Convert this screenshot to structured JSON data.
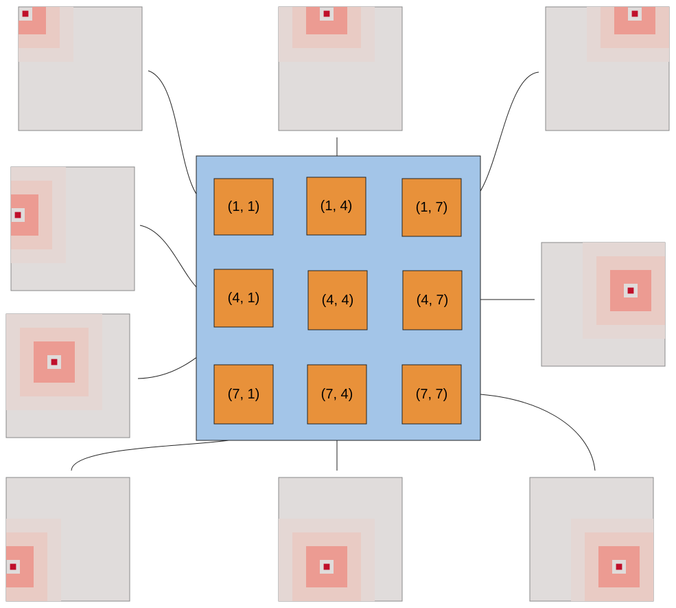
{
  "diagram": {
    "colors": {
      "background": "#ffffff",
      "grid_fill": "#a3c5e8",
      "cell_fill": "#e8913a",
      "heatmap_background": "#e0dcdb",
      "heat_peak": "#c0102b",
      "stroke": "#222222"
    },
    "cells": [
      {
        "id": "1-1",
        "label": "(1, 1)",
        "row": 1,
        "col": 1
      },
      {
        "id": "1-4",
        "label": "(1, 4)",
        "row": 1,
        "col": 4
      },
      {
        "id": "1-7",
        "label": "(1, 7)",
        "row": 1,
        "col": 7
      },
      {
        "id": "4-1",
        "label": "(4, 1)",
        "row": 4,
        "col": 1
      },
      {
        "id": "4-4",
        "label": "(4, 4)",
        "row": 4,
        "col": 4
      },
      {
        "id": "4-7",
        "label": "(4, 7)",
        "row": 4,
        "col": 7
      },
      {
        "id": "7-1",
        "label": "(7, 1)",
        "row": 7,
        "col": 1
      },
      {
        "id": "7-4",
        "label": "(7, 4)",
        "row": 7,
        "col": 4
      },
      {
        "id": "7-7",
        "label": "(7, 7)",
        "row": 7,
        "col": 7
      }
    ]
  }
}
